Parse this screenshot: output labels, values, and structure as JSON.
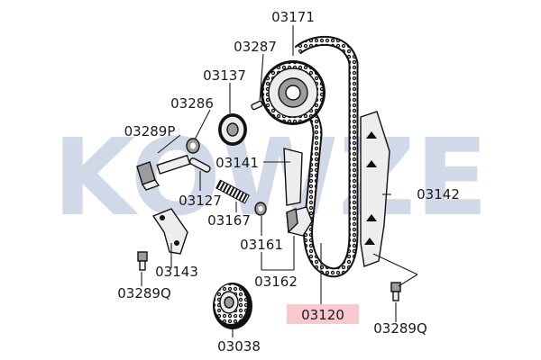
{
  "watermark": {
    "text": "KOWZE",
    "color": "#c9d3e4"
  },
  "highlight_color": "#f7c9cf",
  "labels": {
    "p03171": "03171",
    "p03287": "03287",
    "p03137": "03137",
    "p03286": "03286",
    "p03289P": "03289P",
    "p03141": "03141",
    "p03142": "03142",
    "p03127": "03127",
    "p03167": "03167",
    "p03161": "03161",
    "p03143": "03143",
    "p03162": "03162",
    "p03289Q_left": "03289Q",
    "p03120": "03120",
    "p03289Q_right": "03289Q",
    "p03038": "03038"
  }
}
